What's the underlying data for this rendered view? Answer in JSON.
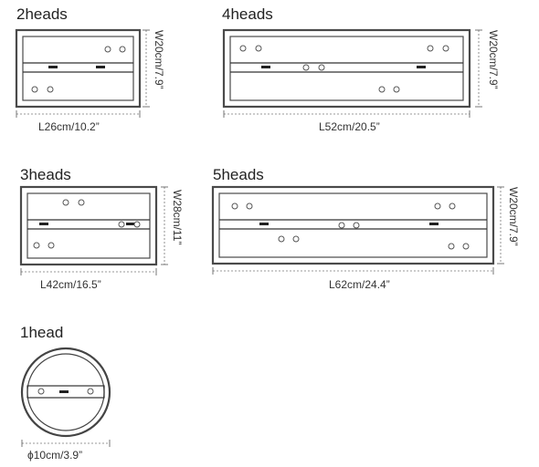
{
  "variants": {
    "two_heads": {
      "title": "2heads",
      "length": "L26cm/10.2”",
      "width": "W20cm/7.9”"
    },
    "four_heads": {
      "title": "4heads",
      "length": "L52cm/20.5”",
      "width": "W20cm/7.9”"
    },
    "three_heads": {
      "title": "3heads",
      "length": "L42cm/16.5”",
      "width": "W28cm/11”"
    },
    "five_heads": {
      "title": "5heads",
      "length": "L62cm/24.4”",
      "width": "W20cm/7.9”"
    },
    "one_head": {
      "title": "1head",
      "diameter": "ϕ10cm/3.9”"
    }
  }
}
